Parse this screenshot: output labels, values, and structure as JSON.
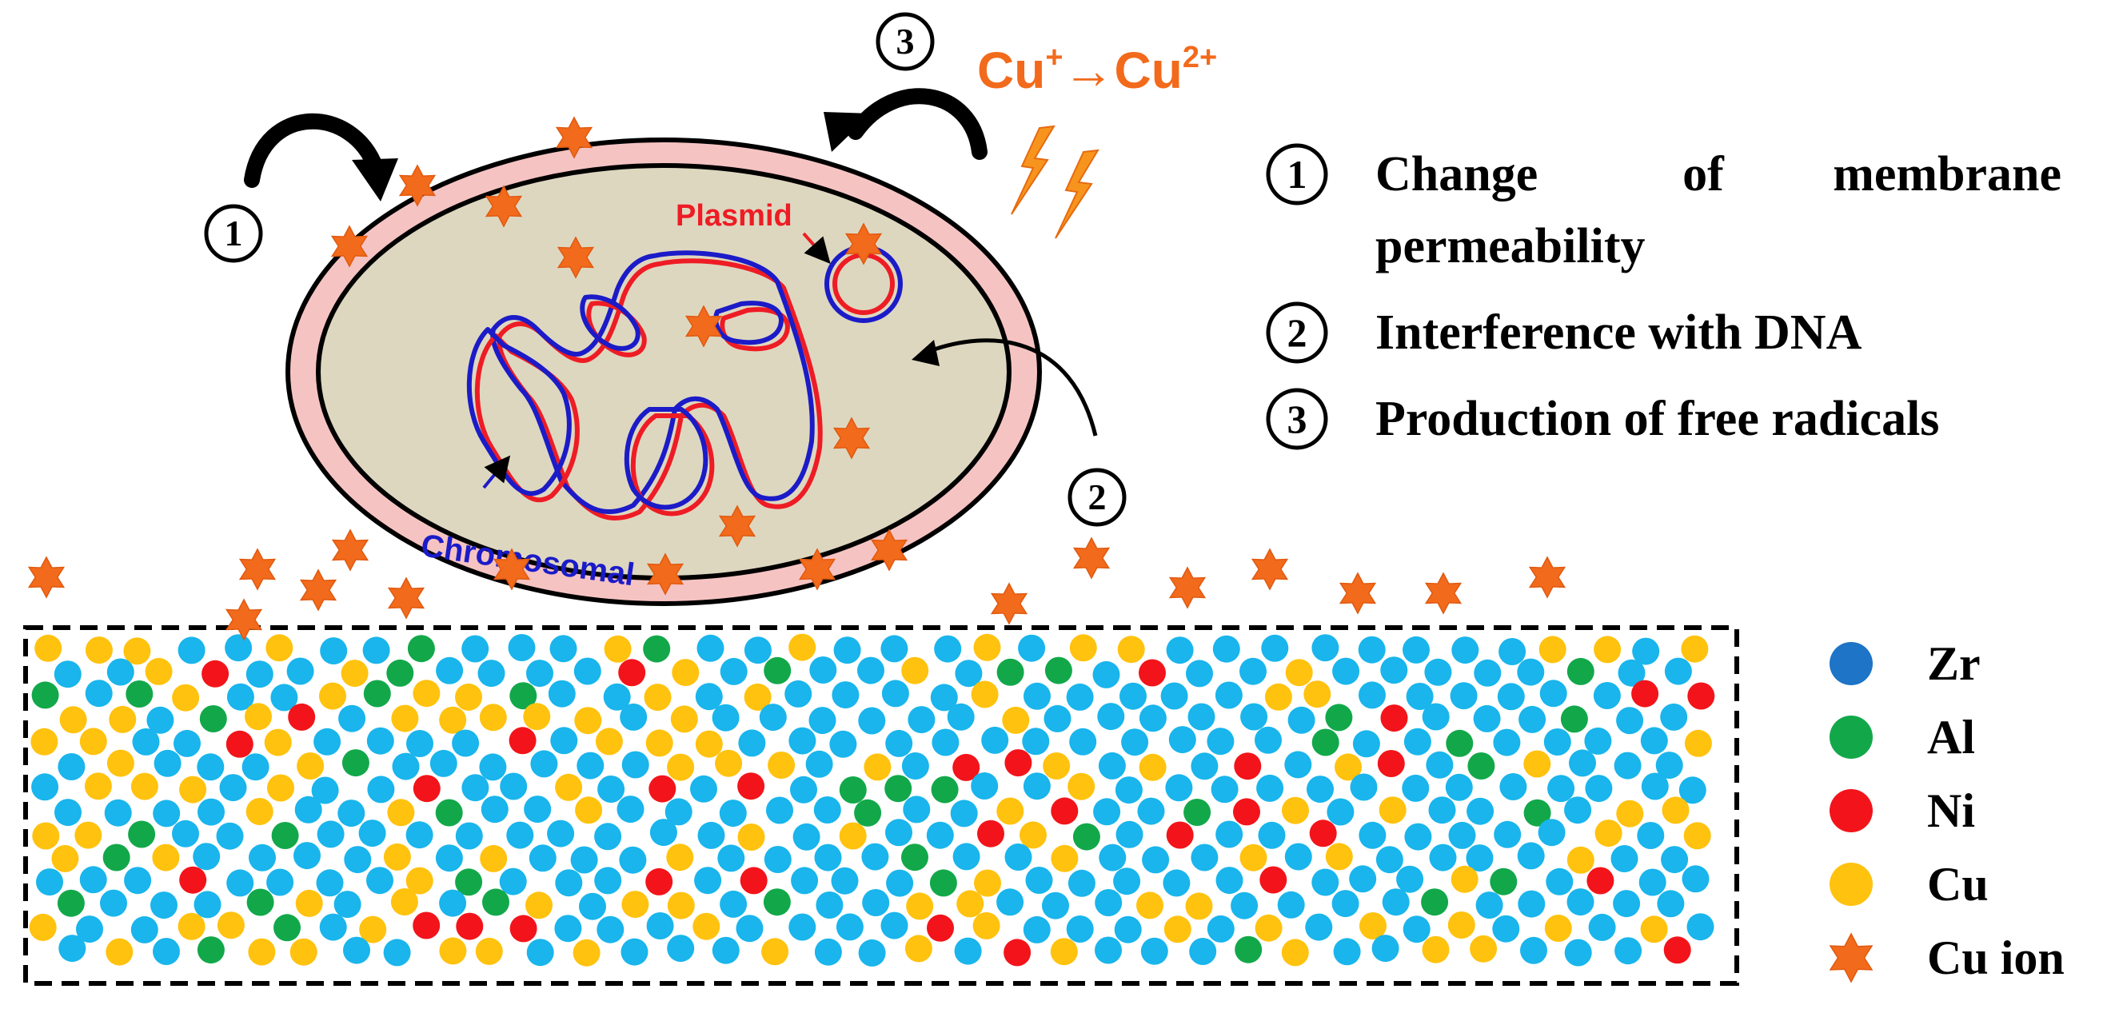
{
  "colors": {
    "zr": "#19B5EC",
    "al": "#12A84A",
    "ni": "#F2141A",
    "cu": "#FFC20E",
    "cu_ion": "#F26A1B",
    "dna_red": "#EE1C24",
    "dna_blue": "#1B1BC8",
    "membrane": "#F6C3C3",
    "cytoplasm": "#DED7C0"
  },
  "markers": {
    "one": "①",
    "two": "②",
    "three": "③"
  },
  "reaction": {
    "cu_a": "Cu",
    "sup_a": "+",
    "arrow": "→",
    "cu_b": "Cu",
    "sup_b": "2+"
  },
  "cell_labels": {
    "plasmid": "Plasmid",
    "chromosomal": "Chromosomal"
  },
  "mechanisms": [
    {
      "marker": "①",
      "line1_words": [
        "Change",
        "of",
        "membrane"
      ],
      "line2": "permeability"
    },
    {
      "marker": "②",
      "line1": "Interference with DNA"
    },
    {
      "marker": "③",
      "line1": "Production of free radicals"
    }
  ],
  "legend": [
    {
      "key": "zr",
      "label": "Zr",
      "shape": "circle",
      "color": "#1E74C6"
    },
    {
      "key": "al",
      "label": "Al",
      "shape": "circle",
      "color": "#12A84A"
    },
    {
      "key": "ni",
      "label": "Ni",
      "shape": "circle",
      "color": "#F2141A"
    },
    {
      "key": "cu",
      "label": "Cu",
      "shape": "circle",
      "color": "#FFC20E"
    },
    {
      "key": "cu_ion",
      "label": "Cu ion",
      "shape": "star",
      "color": "#F26A1B"
    }
  ],
  "icons": {
    "lightning": "lightning-bolt-icon",
    "arrow": "curved-arrow-icon",
    "star": "star-icon"
  }
}
